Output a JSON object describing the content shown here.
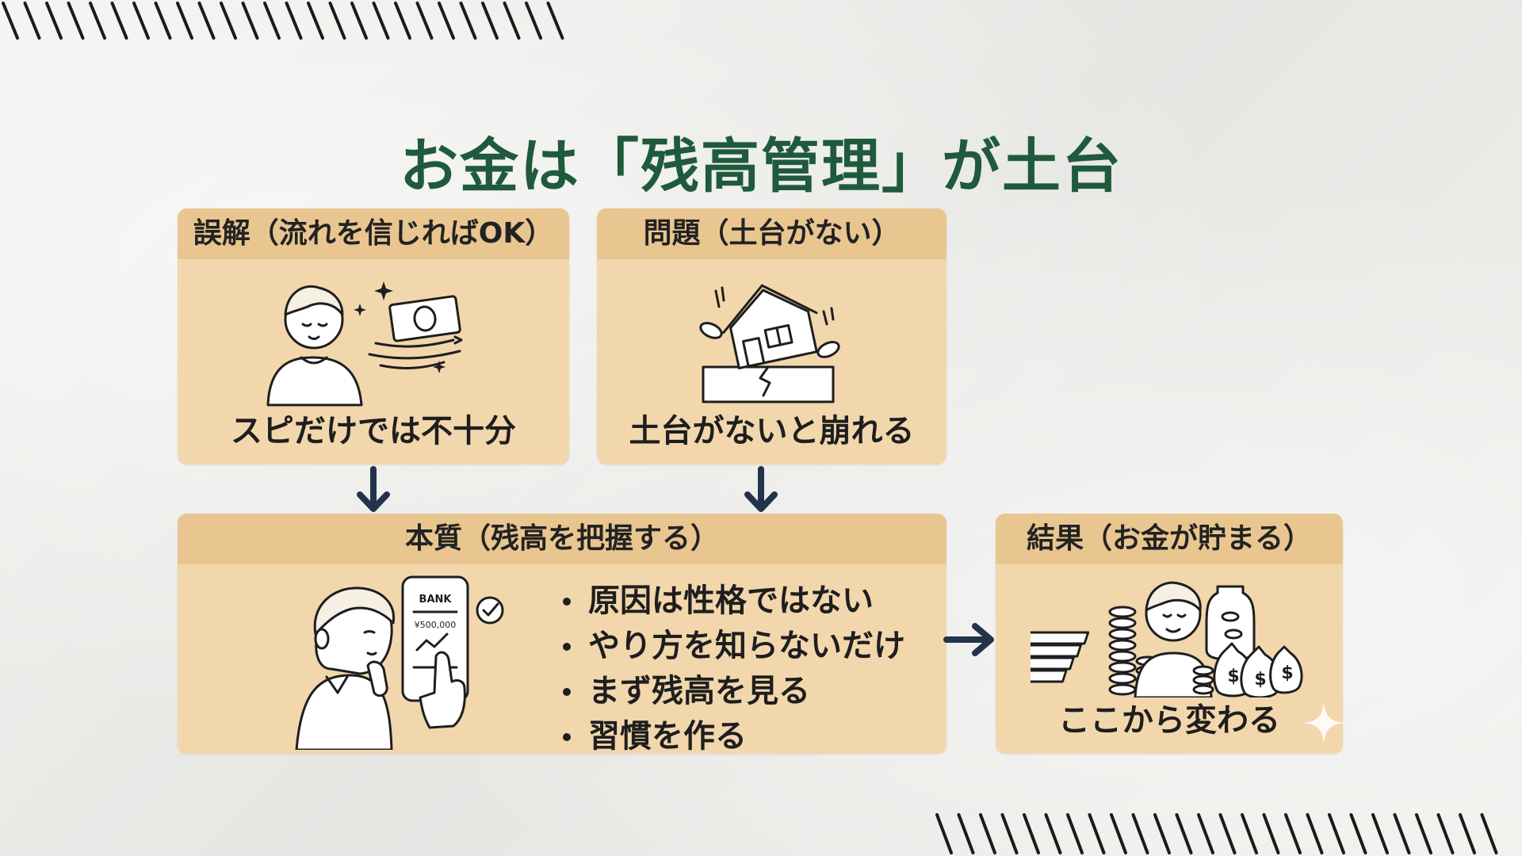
{
  "title": "お金は「残高管理」が土台",
  "panels": {
    "misunderstanding": {
      "heading": "誤解（流れを信じればOK）",
      "caption": "スピだけでは不十分",
      "icon": "person-with-flying-money-icon"
    },
    "problem": {
      "heading": "問題（土台がない）",
      "caption": "土台がないと崩れる",
      "icon": "collapsing-house-icon"
    },
    "essence": {
      "heading": "本質（残高を把握する）",
      "icon": "person-checking-bank-app-icon",
      "phone_bank_label": "BANK",
      "phone_balance": "¥500,000",
      "bullets": [
        "原因は性格ではない",
        "やり方を知らないだけ",
        "まず残高を見る",
        "習慣を作る"
      ]
    },
    "result": {
      "heading": "結果（お金が貯まる）",
      "caption": "ここから変わる",
      "icon": "person-with-money-bags-icon"
    }
  },
  "arrows": [
    "arrow-down-icon",
    "arrow-down-icon",
    "arrow-right-icon"
  ],
  "colors": {
    "title": "#1f5a3c",
    "panel_body": "#f2d7ad",
    "panel_header": "#e9c690",
    "arrow": "#23344a",
    "background": "#eeeeec"
  }
}
